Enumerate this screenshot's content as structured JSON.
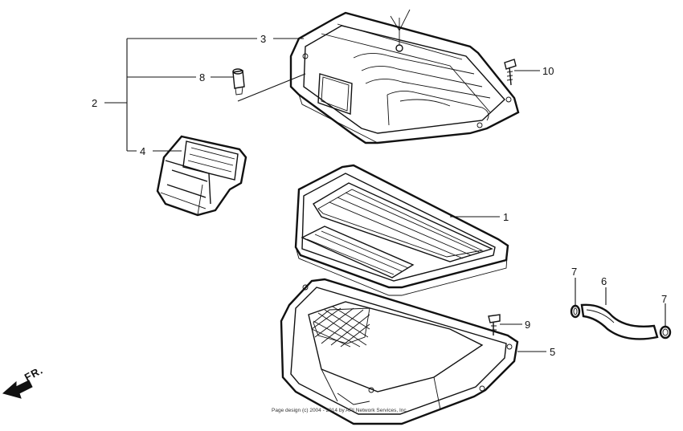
{
  "callouts": [
    {
      "id": "p1",
      "text": "1"
    },
    {
      "id": "p2",
      "text": "2"
    },
    {
      "id": "p3",
      "text": "3"
    },
    {
      "id": "p4",
      "text": "4"
    },
    {
      "id": "p5",
      "text": "5"
    },
    {
      "id": "p6",
      "text": "6"
    },
    {
      "id": "p7a",
      "text": "7"
    },
    {
      "id": "p7b",
      "text": "7"
    },
    {
      "id": "p8",
      "text": "8"
    },
    {
      "id": "p9",
      "text": "9"
    },
    {
      "id": "p10",
      "text": "10"
    }
  ],
  "front_marker": "FR.",
  "copyright": "Page design (c) 2004 - 2014 by ARI Network Services, Inc."
}
